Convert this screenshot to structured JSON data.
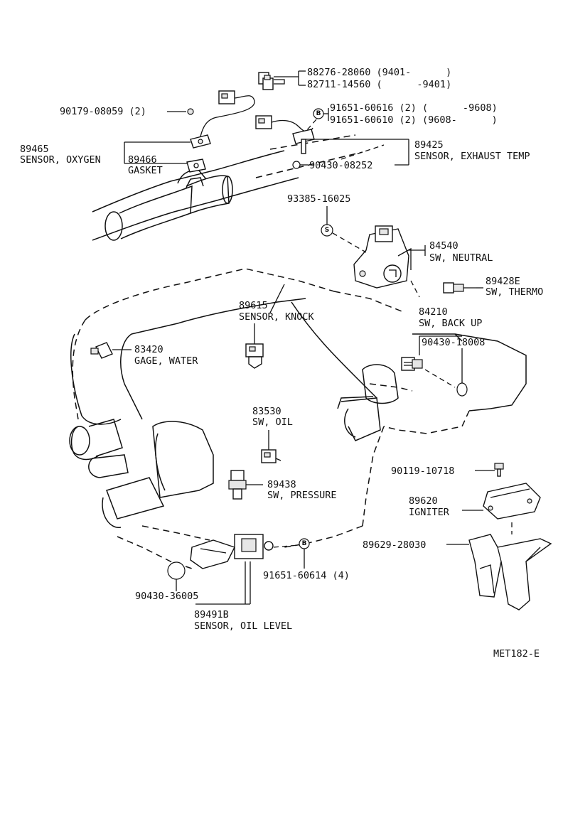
{
  "labels": {
    "p88276_l1": "88276-28060 (9401-      )",
    "p82711_l1": "82711-14560 (      -9401)",
    "p90179": "90179-08059 (2)",
    "p91651_616": "91651-60616 (2) (      -9608)",
    "p91651_610": "91651-60610 (2) (9608-      )",
    "p89465": "89465",
    "sensor_oxygen": "SENSOR, OXYGEN",
    "p89466": "89466",
    "gasket": "GASKET",
    "p89425": "89425",
    "sensor_exhaust_temp": "SENSOR, EXHAUST TEMP",
    "p90430_08252": "90430-08252",
    "p93385": "93385-16025",
    "p84540": "84540",
    "sw_neutral": "SW, NEUTRAL",
    "p89428e": "89428E",
    "sw_thermo": "SW, THERMO",
    "p89615": "89615",
    "sensor_knock": "SENSOR, KNOCK",
    "p84210": "84210",
    "sw_back_up": "SW, BACK UP",
    "p90430_18008": "90430-18008",
    "p83420": "83420",
    "gage_water": "GAGE, WATER",
    "p83530": "83530",
    "sw_oil": "SW, OIL",
    "p90119": "90119-10718",
    "p89438": "89438",
    "sw_pressure": "SW, PRESSURE",
    "p89620": "89620",
    "igniter": "IGNITER",
    "p89629": "89629-28030",
    "p91651_614": "91651-60614 (4)",
    "p90430_36005": "90430-36005",
    "p89491b": "89491B",
    "sensor_oil_level": "SENSOR, OIL LEVEL",
    "ref_code": "MET182-E"
  },
  "markers": {
    "bolt_b": "B",
    "screw_s": "S"
  }
}
